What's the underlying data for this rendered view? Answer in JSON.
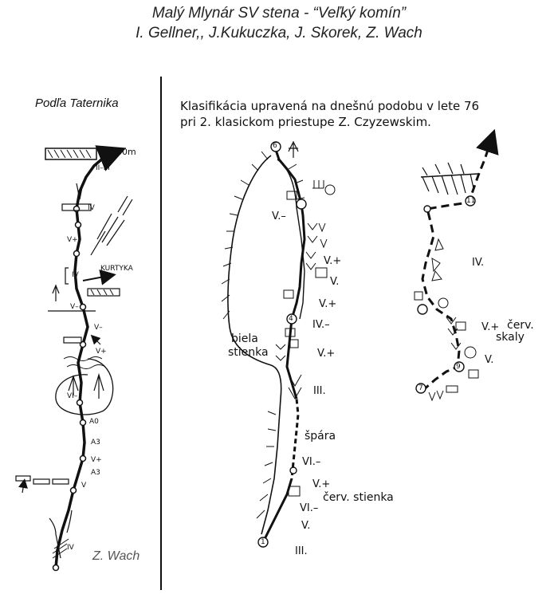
{
  "title": {
    "line1": "Malý Mlynár SV stena - “Veľký komín”",
    "line2": "I. Gellner,, J.Kukuczka, J. Skorek, Z. Wach"
  },
  "left_panel": {
    "heading": "Podľa Taternika",
    "credit": "Z. Wach",
    "top_label": "80m",
    "kurtyka": "KURTYKA",
    "grades": [
      "II–III",
      "IV",
      "V+",
      "IV",
      "V–",
      "V–",
      "V+",
      "VI–",
      "A0",
      "A3",
      "V+",
      "A3",
      "V",
      "IV"
    ]
  },
  "right_panel": {
    "caption_line1": "Klasifikácia upravená na dnešnú podobu v lete 76",
    "caption_line2": "pri 2. klasickom priestupe Z. Czyzewskim.",
    "route_a": {
      "labels": {
        "white_wall_1": "biela",
        "white_wall_2": "stienka",
        "crack": "špára",
        "red_wall": "červ. stienka"
      },
      "grades": [
        "V.–",
        "V.+",
        "V.",
        "V.+",
        "IV.–",
        "V.+",
        "III.",
        "VI.–",
        "V.+",
        "VI.–",
        "V.",
        "III."
      ],
      "belays": [
        "6",
        "4",
        "1"
      ]
    },
    "route_b": {
      "labels": {
        "red_rocks_1": "červ.",
        "red_rocks_2": "skaly"
      },
      "grades": [
        "IV.",
        "V.+",
        "V."
      ],
      "belays": [
        "11",
        "9",
        "7"
      ]
    }
  }
}
